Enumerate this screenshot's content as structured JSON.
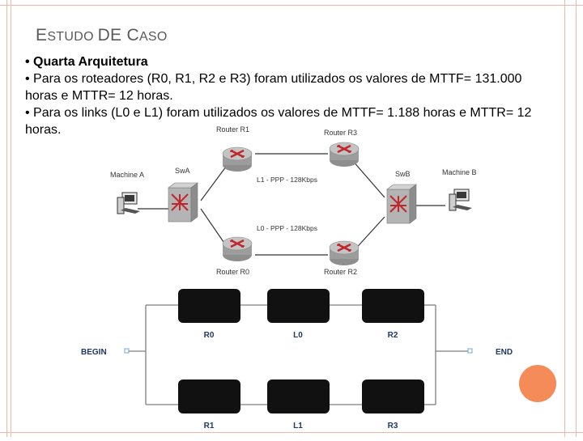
{
  "slide": {
    "title_parts": [
      {
        "big": "E",
        "small": "STUDO "
      },
      {
        "big": "DE ",
        "small": ""
      },
      {
        "big": "C",
        "small": "ASO"
      }
    ],
    "bullets": [
      "• Quarta Arquitetura",
      "• Para os roteadores (R0, R1, R2 e R3) foram utilizados os valores de MTTF= 131.000 horas e MTTR= 12 horas.",
      "• Para os links (L0 e L1) foram utilizados os valores de MTTF= 1.188 horas e MTTR= 12 horas."
    ]
  },
  "network": {
    "router_r1": "Router R1",
    "router_r3": "Router R3",
    "router_r0": "Router R0",
    "router_r2": "Router R2",
    "switch_a": "SwA",
    "switch_b": "SwB",
    "machine_a": "Machine A",
    "machine_b": "Machine B",
    "link_l1": "L1 - PPP - 128Kbps",
    "link_l0": "L0 - PPP - 128Kbps"
  },
  "rbd": {
    "begin": "BEGIN",
    "end": "END",
    "top_blocks": [
      "R0",
      "L0",
      "R2"
    ],
    "bottom_blocks": [
      "R1",
      "L1",
      "R3"
    ]
  },
  "colors": {
    "frame": "#f0b8a4",
    "accent_circle": "#f48b58",
    "router": "#a9a9a9",
    "router_arrows": "#c0262b",
    "block": "#111111"
  }
}
